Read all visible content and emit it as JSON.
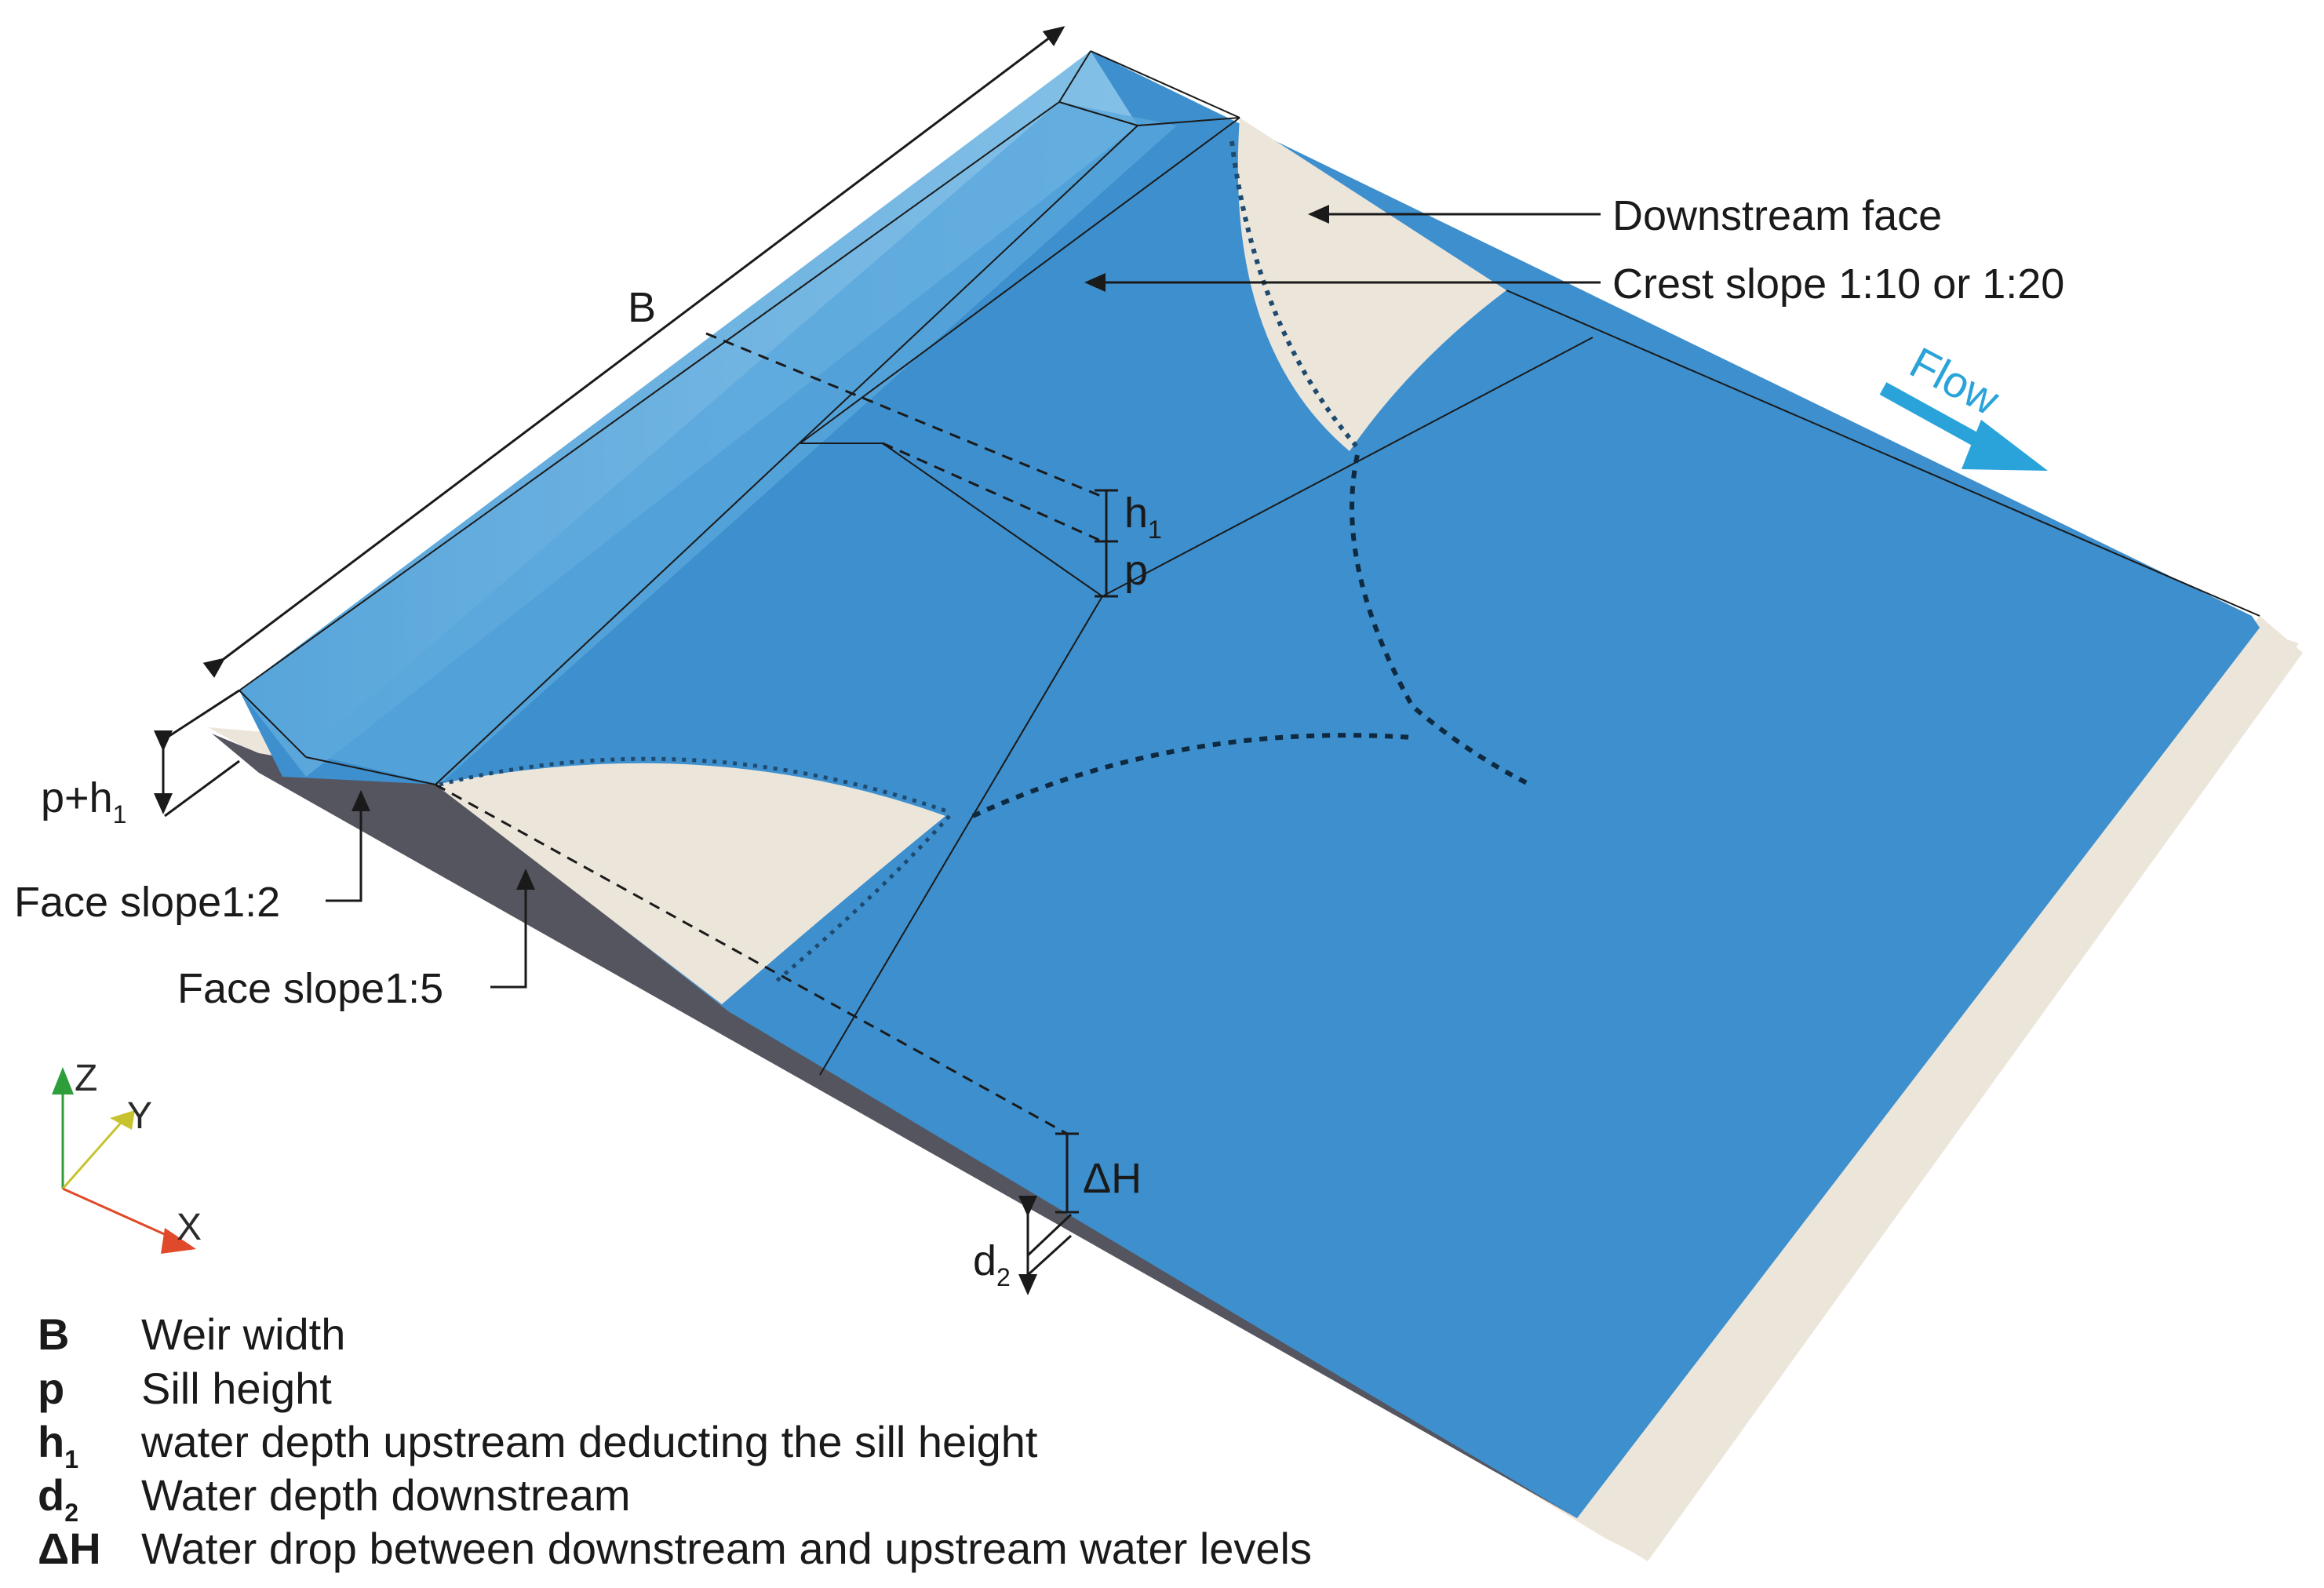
{
  "labels": {
    "B": "B",
    "downstream_face": "Downstream face",
    "crest_slope": "Crest slope 1:10 or 1:20",
    "flow": "Flow",
    "h1_main": "h",
    "h1_sub": "1",
    "p": "p",
    "p_h1_main": "p+h",
    "p_h1_sub": "1",
    "face_slope_12": "Face slope1:2",
    "face_slope_15": "Face slope1:5",
    "delta_h": "ΔH",
    "d2_main": "d",
    "d2_sub": "2"
  },
  "axes": {
    "z": "Z",
    "y": "Y",
    "x": "X"
  },
  "legend": [
    {
      "key": "B",
      "key_sub": "",
      "text": "Weir width"
    },
    {
      "key": "p",
      "key_sub": "",
      "text": "Sill height"
    },
    {
      "key": "h",
      "key_sub": "1",
      "text": "water depth upstream deducting the sill height"
    },
    {
      "key": "d",
      "key_sub": "2",
      "text": "Water depth downstream"
    },
    {
      "key": "ΔH",
      "key_sub": "",
      "text": "Water drop between downstream and upstream water levels"
    }
  ],
  "colors": {
    "water": "#3d8fcd",
    "water_light": "#6cb3e0",
    "water_dark": "#2f7ab4",
    "weir_face": "#ece5da",
    "weir_side": "#55555f",
    "flow_arrow": "#29a3d9",
    "axis_z": "#2e9e3a",
    "axis_y": "#c8c22e",
    "axis_x": "#e04a2a"
  }
}
